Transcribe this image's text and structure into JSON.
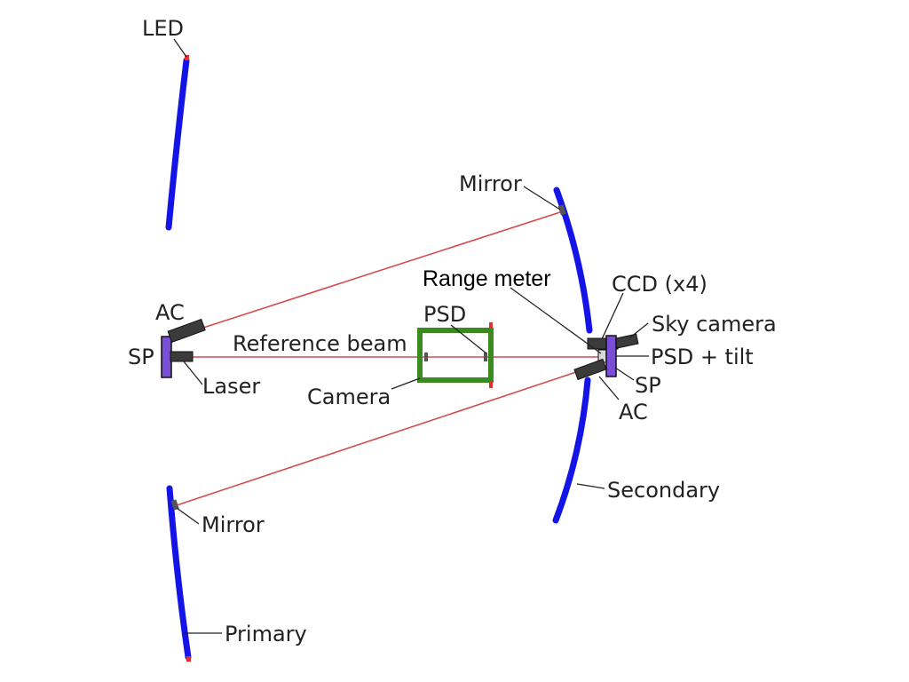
{
  "labels": {
    "led": "LED",
    "mirror_top": "Mirror",
    "range_meter": "Range meter",
    "ccd": "CCD (x4)",
    "sky_camera": "Sky camera",
    "psd_tilt": "PSD + tilt",
    "sp_right": "SP",
    "ac_right": "AC",
    "ac_left": "AC",
    "sp_left": "SP",
    "reference_beam": "Reference beam",
    "psd": "PSD",
    "laser": "Laser",
    "camera": "Camera",
    "mirror_bottom": "Mirror",
    "secondary": "Secondary",
    "primary": "Primary"
  },
  "colors": {
    "mirror": "#1414e6",
    "beam": "#d44a4a",
    "camera_box": "#3b8a1f",
    "plate": "#7a4fd6",
    "dark_part": "#3b3b3b",
    "marker": "#e03030"
  }
}
